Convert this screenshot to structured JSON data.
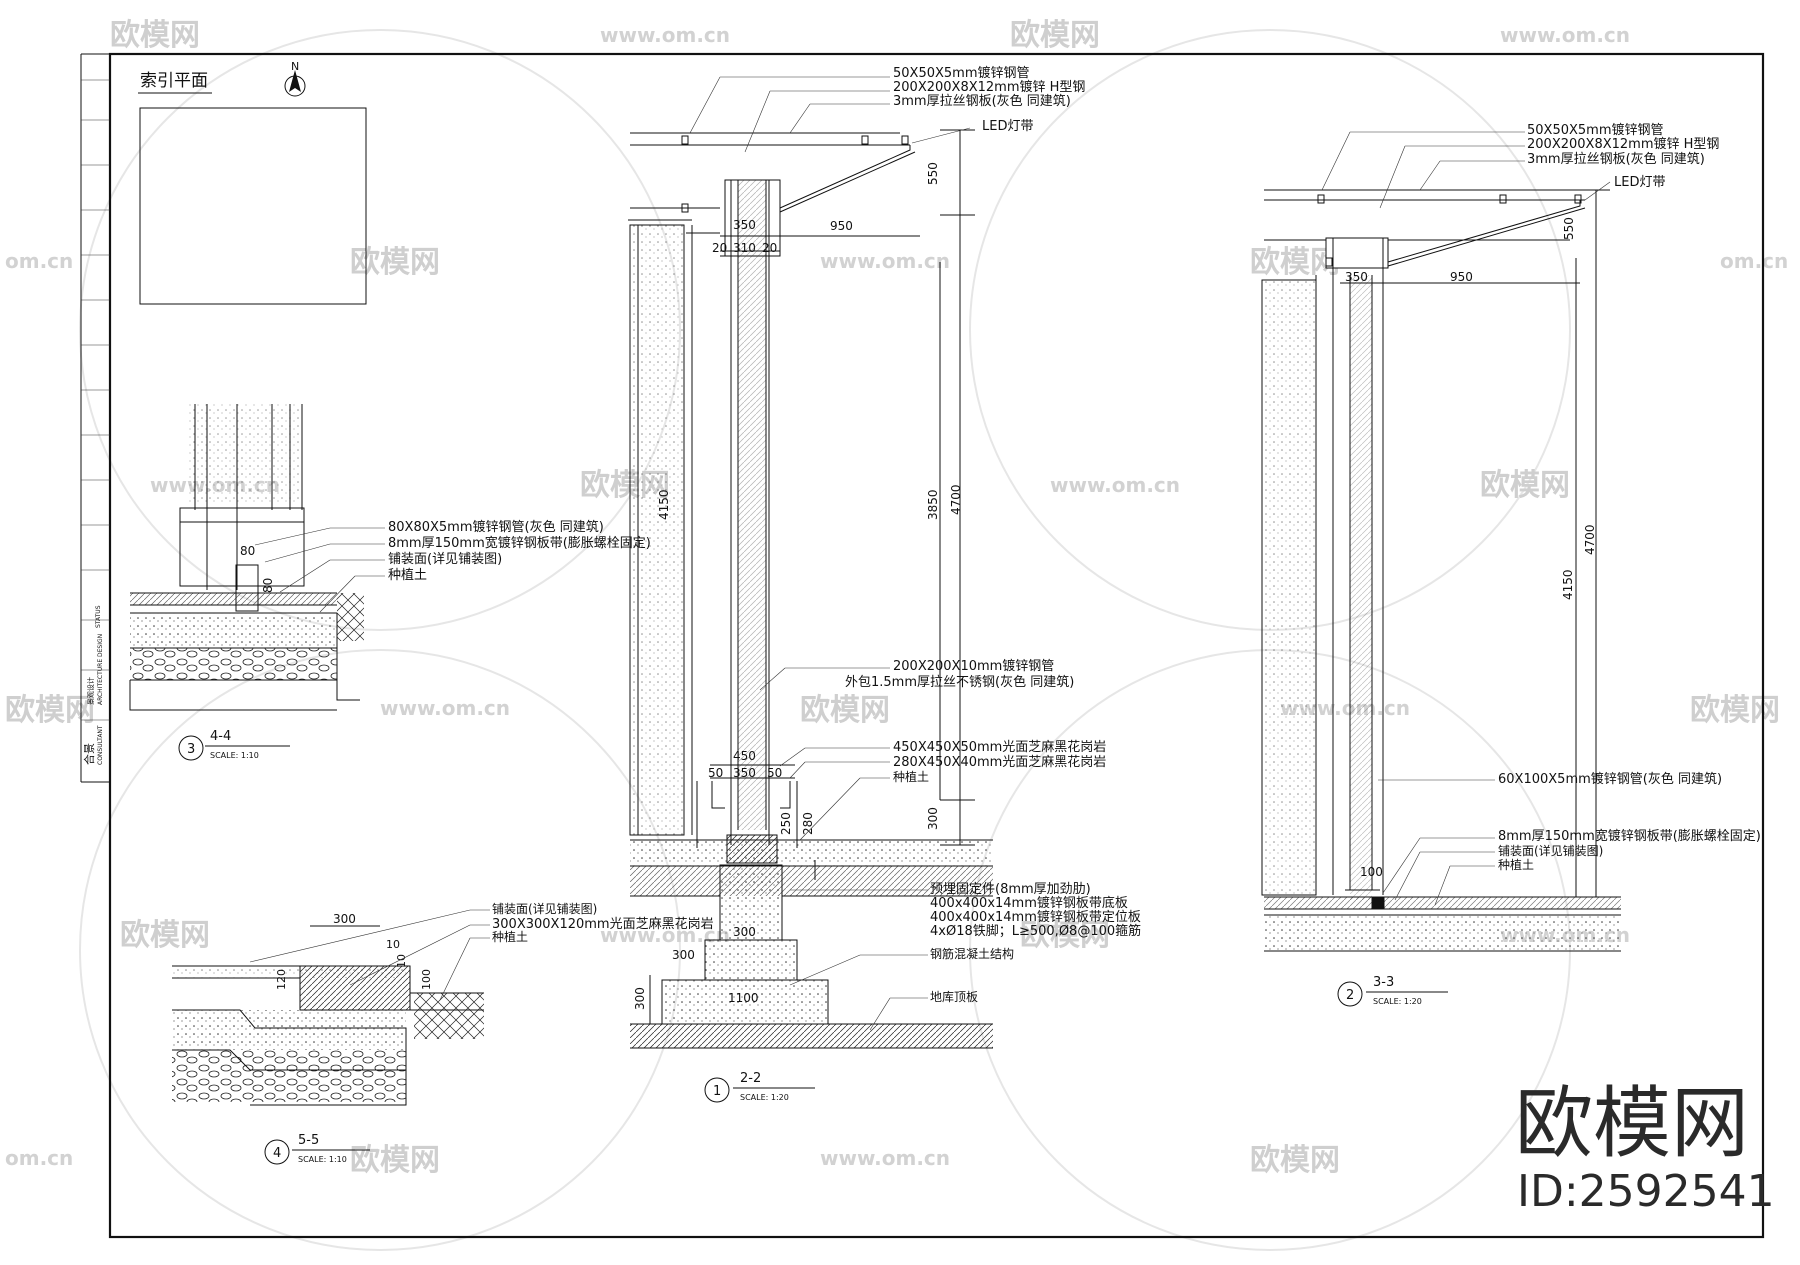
{
  "watermark": {
    "brand": "欧模网",
    "url": "www.om.cn",
    "url_partial": "om.cn"
  },
  "brand_stamp": {
    "name": "欧模网",
    "id": "ID:2592541"
  },
  "index_plan": {
    "title": "索引平面",
    "north": "N"
  },
  "title_block": {
    "l1": "合景",
    "l2": "CONSULTANT",
    "l3": "景观设计",
    "l4": "ARCHITECTURE DESIGN",
    "l5": "STATUS"
  },
  "detail_2_2": {
    "number": "1",
    "title": "2-2",
    "scale": "SCALE: 1:20",
    "labels": [
      "50X50X5mm镀锌钢管",
      "200X200X8X12mm镀锌 H型钢",
      "3mm厚拉丝钢板(灰色 同建筑)",
      "LED灯带",
      "200X200X10mm镀锌钢管",
      "外包1.5mm厚拉丝不锈钢(灰色 同建筑)",
      "450X450X50mm光面芝麻黑花岗岩",
      "280X450X40mm光面芝麻黑花岗岩",
      "种植土",
      "预埋固定件(8mm厚加劲肋)",
      "400x400x14mm镀锌钢板带底板",
      "400x400x14mm镀锌钢板带定位板",
      "4xØ18铁脚；L≥500,Ø8@100箍筋",
      "钢筋混凝土结构",
      "地库顶板"
    ],
    "dims": [
      "350",
      "950",
      "20",
      "310",
      "20",
      "550",
      "4700",
      "3850",
      "4150",
      "450",
      "350",
      "50",
      "50",
      "250",
      "280",
      "300",
      "300",
      "300",
      "1100",
      "300"
    ]
  },
  "detail_3_3": {
    "number": "2",
    "title": "3-3",
    "scale": "SCALE: 1:20",
    "labels": [
      "50X50X5mm镀锌钢管",
      "200X200X8X12mm镀锌 H型钢",
      "3mm厚拉丝钢板(灰色 同建筑)",
      "LED灯带",
      "60X100X5mm镀锌钢管(灰色 同建筑)",
      "8mm厚150mm宽镀锌钢板带(膨胀螺栓固定)",
      "铺装面(详见铺装图)",
      "种植土"
    ],
    "dims": [
      "950",
      "350",
      "550",
      "4700",
      "4150",
      "100"
    ]
  },
  "detail_4_4": {
    "number": "3",
    "title": "4-4",
    "scale": "SCALE: 1:10",
    "labels": [
      "80X80X5mm镀锌钢管(灰色 同建筑)",
      "8mm厚150mm宽镀锌钢板带(膨胀螺栓固定)",
      "铺装面(详见铺装图)",
      "种植土"
    ],
    "dims": [
      "80",
      "80"
    ]
  },
  "detail_5_5": {
    "number": "4",
    "title": "5-5",
    "scale": "SCALE: 1:10",
    "labels": [
      "铺装面(详见铺装图)",
      "300X300X120mm光面芝麻黑花岗岩",
      "种植土"
    ],
    "dims": [
      "300",
      "10",
      "120",
      "10",
      "100"
    ]
  }
}
